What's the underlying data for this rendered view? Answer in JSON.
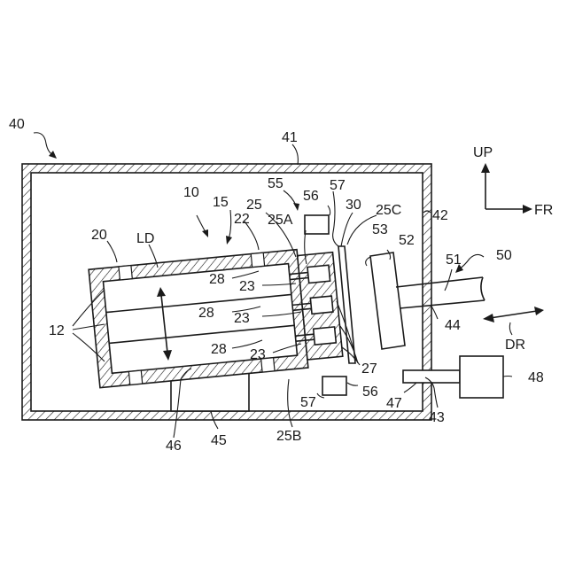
{
  "figure": {
    "labels": {
      "housing": "40",
      "housing_top": "41",
      "housing_right": "42",
      "arm": "43",
      "shaft_opening": "44",
      "mount": "45",
      "mount_top": "46",
      "actuator_rod": "47",
      "actuator": "48",
      "tool": "50",
      "tool_shaft": "51",
      "tool_head": "52",
      "tool_tip": "53",
      "sensor_assembly": "55",
      "sensor_top": "56",
      "sensor_bottom": "56",
      "bracket_top": "57",
      "bracket_bottom": "57",
      "battery_module": "10",
      "cell_stack": "15",
      "case": "20",
      "case_wall": "22",
      "terminals_1": "23",
      "terminals_2": "23",
      "terminals_3": "23",
      "bus_bar": "25",
      "bus_bar_a": "25A",
      "bus_bar_b": "25B",
      "bus_bar_c": "25C",
      "connectors": "27",
      "tabs_1": "28",
      "tabs_2": "28",
      "tabs_3": "28",
      "plate": "30",
      "cells": "12"
    },
    "directions": {
      "up": "UP",
      "front": "FR",
      "drive": "DR",
      "stack": "LD"
    }
  }
}
